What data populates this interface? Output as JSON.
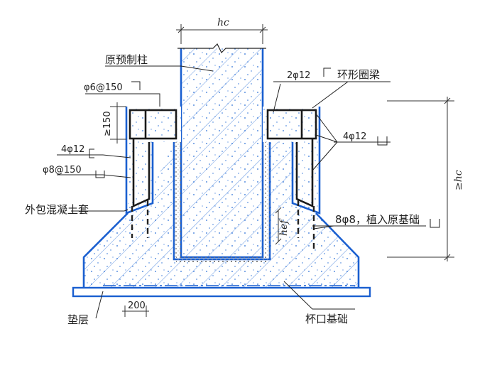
{
  "labels": {
    "column_width": "hc",
    "precast_column": "原预制柱",
    "stirrup_top": "φ6@150",
    "ring_beam_bars": "2φ12",
    "ring_beam": "环形圈梁",
    "min_height": "≥150",
    "side_bars_right": "4φ12",
    "side_bars_left": "4φ12",
    "stirrup_left": "φ8@150",
    "jacket": "外包混凝土套",
    "embed_height": "≥hc",
    "anchor_depth": "hef",
    "anchor_bars": "8φ8，植入原基础",
    "cushion": "垫层",
    "cushion_width": "200",
    "cup_foundation": "杯口基础"
  },
  "colors": {
    "concrete_line": "#1a5fd0",
    "rebar": "#1a1a1a",
    "hatch": "#2a6fd6"
  }
}
